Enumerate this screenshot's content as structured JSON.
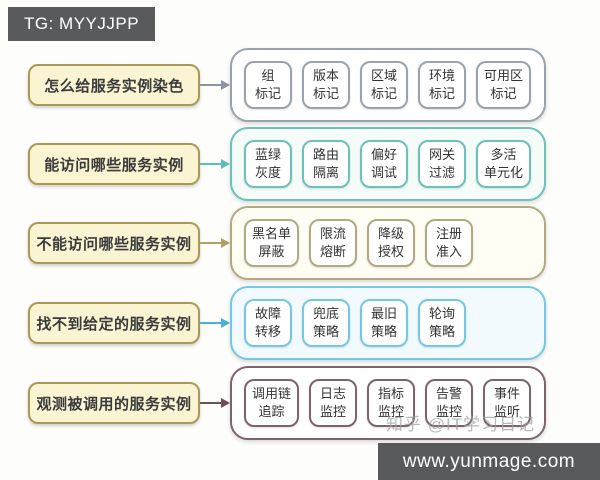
{
  "header": {
    "tag": "TG: MYYJJPP"
  },
  "watermarks": {
    "zhihu": "知乎 @IT学习日记",
    "site": "www.yunmage.com"
  },
  "colors": {
    "label_box_bg": "#fbf4d3",
    "label_box_border": "#a89a55",
    "header_bg": "#595a5c",
    "footer_bg": "#58595b",
    "row_accents": [
      "#8b93a5",
      "#5fbfb5",
      "#b0a262",
      "#47b1d6",
      "#6f4e58"
    ]
  },
  "rows": [
    {
      "label": "怎么给服务实例染色",
      "items": [
        "组\n标记",
        "版本\n标记",
        "区域\n标记",
        "环境\n标记",
        "可用区\n标记"
      ]
    },
    {
      "label": "能访问哪些服务实例",
      "items": [
        "蓝绿\n灰度",
        "路由\n隔离",
        "偏好\n调试",
        "网关\n过滤",
        "多活\n单元化"
      ]
    },
    {
      "label": "不能访问哪些服务实例",
      "items": [
        "黑名单\n屏蔽",
        "限流\n熔断",
        "降级\n授权",
        "注册\n准入"
      ]
    },
    {
      "label": "找不到给定的服务实例",
      "items": [
        "故障\n转移",
        "兜底\n策略",
        "最旧\n策略",
        "轮询\n策略"
      ]
    },
    {
      "label": "观测被调用的服务实例",
      "items": [
        "调用链\n追踪",
        "日志\n监控",
        "指标\n监控",
        "告警\n监控",
        "事件\n监听"
      ]
    }
  ]
}
